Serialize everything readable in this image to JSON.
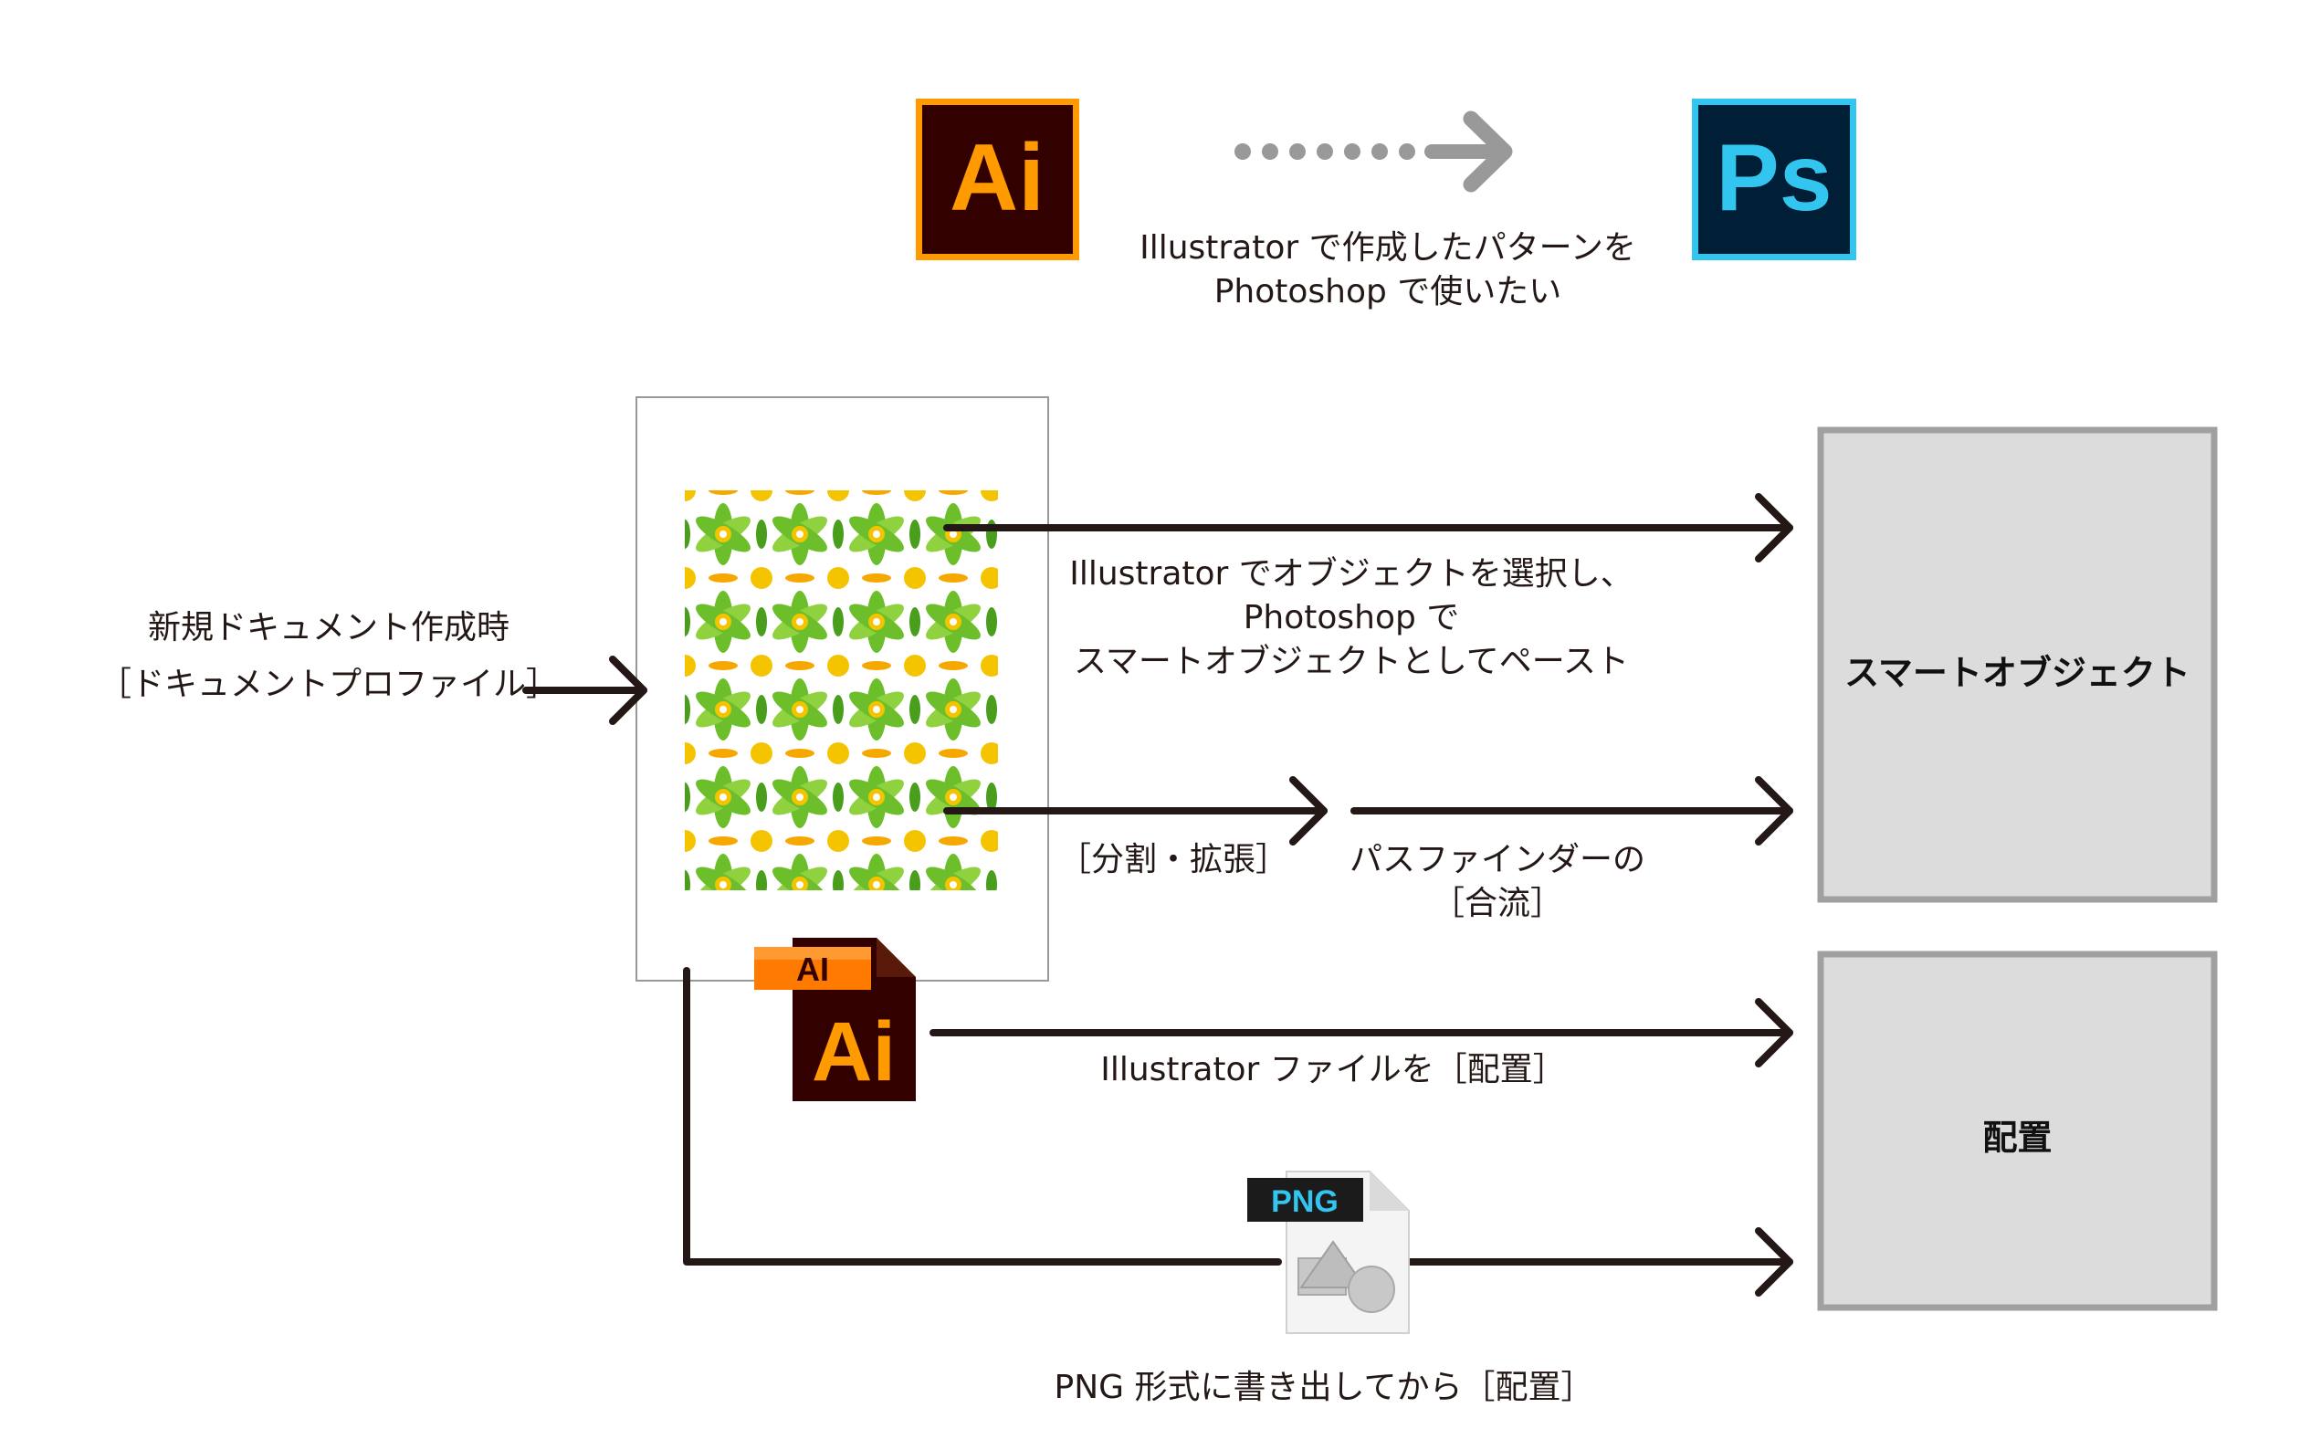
{
  "header": {
    "ai_logo": "Ai",
    "ps_logo": "Ps",
    "caption_line1": "Illustrator で作成したパターンを",
    "caption_line2": "Photoshop で使いたい"
  },
  "source": {
    "label_line1": "新規ドキュメント作成時",
    "label_line2": "［ドキュメントプロファイル］"
  },
  "paths": {
    "copy_paste_line1": "Illustrator でオブジェクトを選択し、",
    "copy_paste_line2": "Photoshop で",
    "copy_paste_line3": "スマートオブジェクトとしてペースト",
    "expand_label": "［分割・拡張］",
    "pathfinder_line1": "パスファインダーの",
    "pathfinder_line2": "［合流］",
    "place_ai_label": "Illustrator ファイルを［配置］",
    "place_png_label": "PNG 形式に書き出してから［配置］"
  },
  "file_icons": {
    "ai_tab": "AI",
    "ai_body": "Ai",
    "png_tab": "PNG"
  },
  "targets": {
    "smart_object": "スマートオブジェクト",
    "place": "配置"
  },
  "colors": {
    "ai_orange": "#FF9A00",
    "ai_bg": "#330000",
    "ps_blue": "#31C5F0",
    "ps_bg": "#001E36",
    "arrow": "#231815",
    "dots": "#999999",
    "target_fill": "#DCDCDC",
    "target_border": "#A0A0A0",
    "pattern_green": "#6CBF2A",
    "pattern_yellow": "#F5C400"
  }
}
